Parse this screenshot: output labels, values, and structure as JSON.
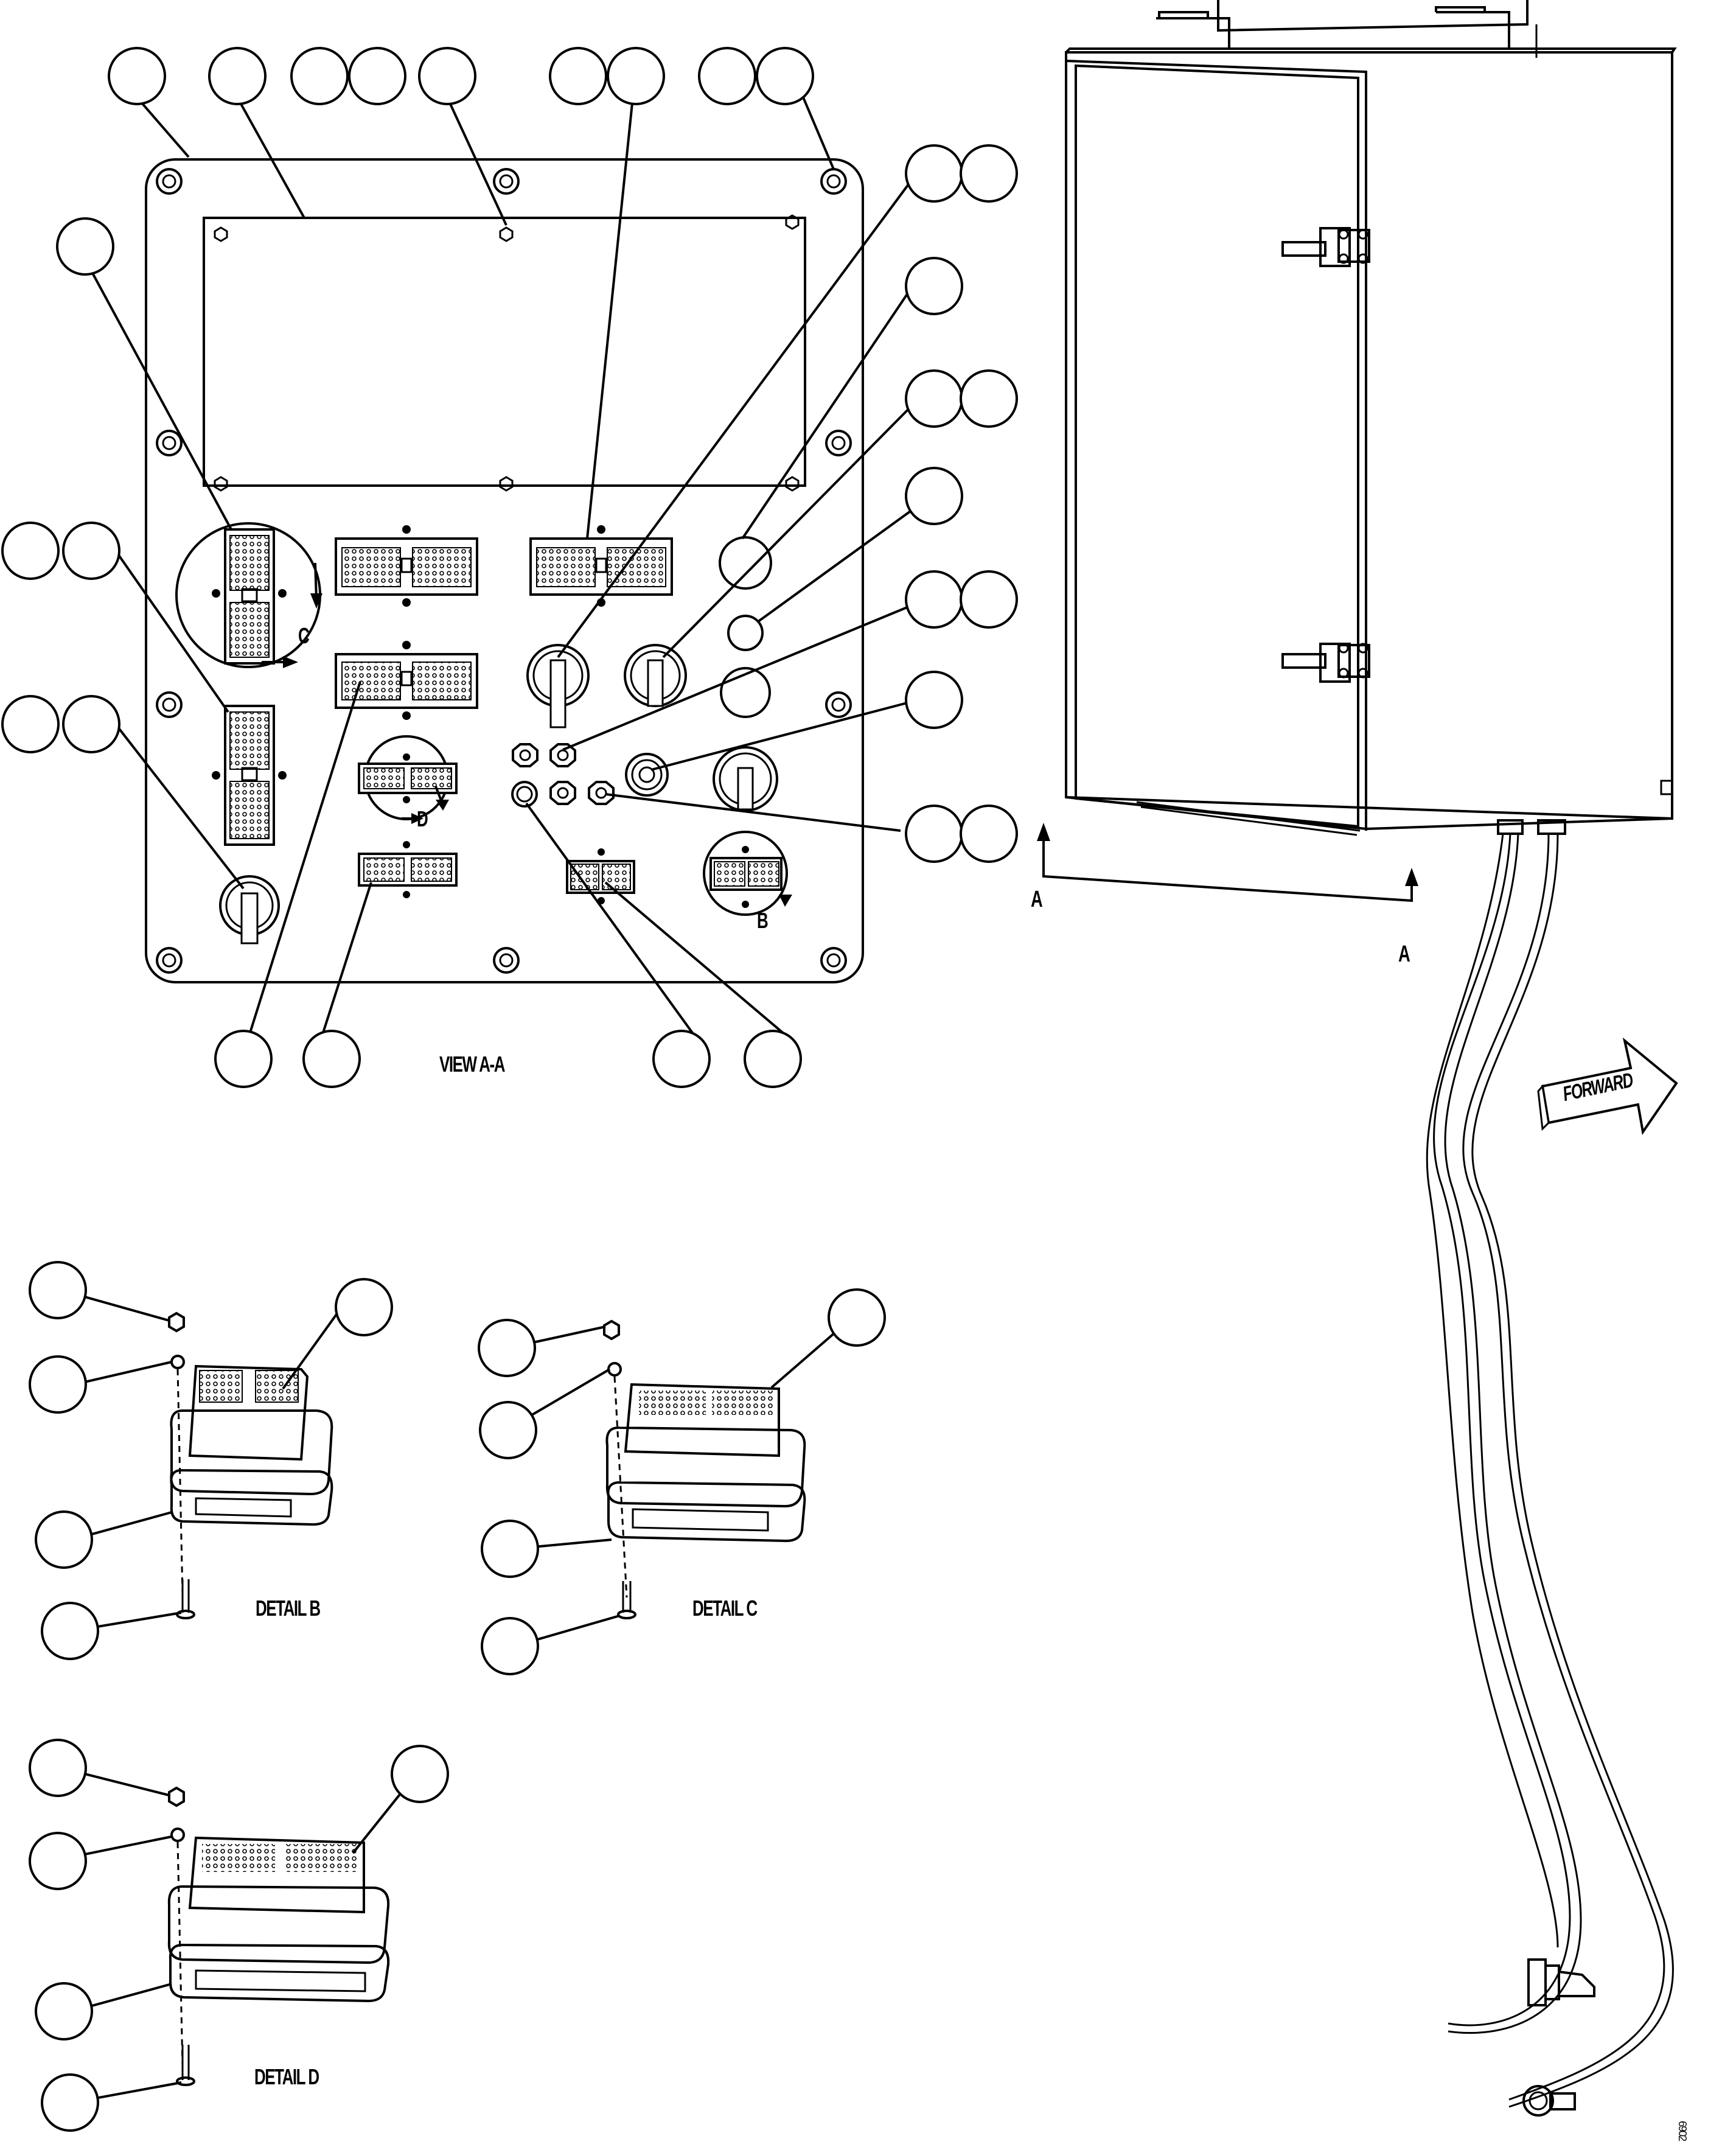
{
  "views": {
    "view_aa": "VIEW A-A",
    "detail_b": "DETAIL B",
    "detail_c": "DETAIL C",
    "detail_d": "DETAIL D"
  },
  "markers": {
    "a": "A",
    "b": "B",
    "c": "C",
    "d": "D"
  },
  "forward_arrow": "FORWARD",
  "drawing_id": "6902"
}
